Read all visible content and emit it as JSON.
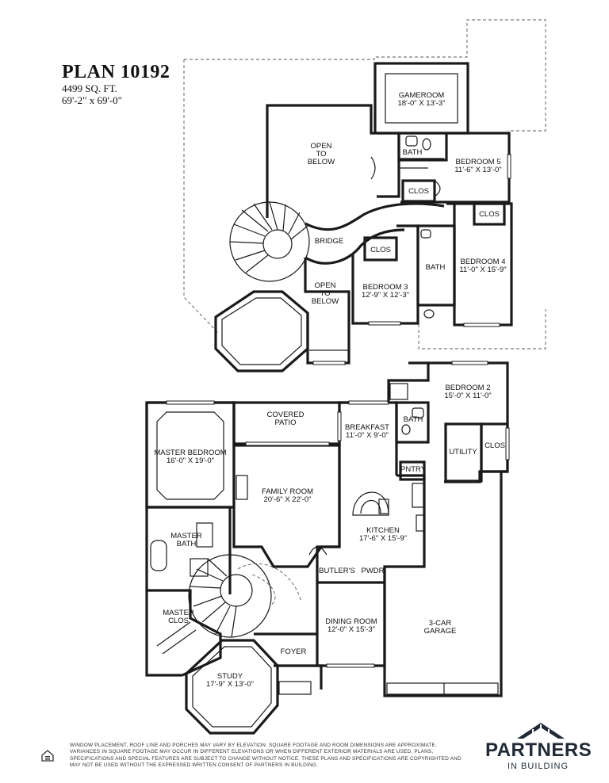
{
  "header": {
    "title": "PLAN 10192",
    "sqft": "4499 SQ. FT.",
    "dimensions": "69'-2\" x 69'-0\""
  },
  "rooms": {
    "gameroom": {
      "name": "GAMEROOM",
      "size": "18'-0\" X 13'-3\""
    },
    "open_below_upper": {
      "name": "OPEN",
      "line2": "TO",
      "line3": "BELOW"
    },
    "bath_upper": {
      "name": "BATH"
    },
    "bedroom5": {
      "name": "BEDROOM 5",
      "size": "11'-6\" X 13'-0\""
    },
    "clos_b5": {
      "name": "CLOS"
    },
    "clos_b4": {
      "name": "CLOS"
    },
    "bridge": {
      "name": "BRIDGE"
    },
    "clos_b3": {
      "name": "CLOS"
    },
    "bath_b4": {
      "name": "BATH"
    },
    "bedroom4": {
      "name": "BEDROOM 4",
      "size": "11'-0\" X 15'-9\""
    },
    "open_below_lower": {
      "name": "OPEN",
      "line2": "TO",
      "line3": "BELOW"
    },
    "bedroom3": {
      "name": "BEDROOM 3",
      "size": "12'-9\" X 12'-3\""
    },
    "bedroom2": {
      "name": "BEDROOM 2",
      "size": "15'-0\" X 11'-0\""
    },
    "covered_patio": {
      "name": "COVERED",
      "line2": "PATIO"
    },
    "breakfast": {
      "name": "BREAKFAST",
      "size": "11'-0\" X 9'-0\""
    },
    "bath_b2": {
      "name": "BATH"
    },
    "utility": {
      "name": "UTILITY"
    },
    "clos_b2": {
      "name": "CLOS"
    },
    "master_bedroom": {
      "name": "MASTER BEDROOM",
      "size": "16'-0\" X 19'-0\""
    },
    "family_room": {
      "name": "FAMILY ROOM",
      "size": "20'-6\" X 22'-0\""
    },
    "pntry": {
      "name": "PNTRY"
    },
    "kitchen": {
      "name": "KITCHEN",
      "size": "17'-6\" X 15'-9\""
    },
    "master_bath": {
      "name": "MASTER",
      "line2": "BATH"
    },
    "butlers": {
      "name": "BUTLER'S"
    },
    "pwdr": {
      "name": "PWDR"
    },
    "master_clos": {
      "name": "MASTER",
      "line2": "CLOS"
    },
    "dining_room": {
      "name": "DINING ROOM",
      "size": "12'-0\" X 15'-3\""
    },
    "garage": {
      "name": "3-CAR",
      "line2": "GARAGE"
    },
    "foyer": {
      "name": "FOYER"
    },
    "study": {
      "name": "STUDY",
      "size": "17'-9\" X 13'-0\""
    }
  },
  "disclaimer": "WINDOW PLACEMENT, ROOF LINE AND PORCHES MAY VARY BY ELEVATION. SQUARE FOOTAGE AND ROOM DIMENSIONS ARE APPROXIMATE. VARIANCES IN SQUARE FOOTAGE MAY OCCUR IN DIFFERENT ELEVATIONS OR WHEN DIFFERENT EXTERIOR MATERIALS ARE USED. PLANS, SPECIFICATIONS AND SPECIAL FEATURES ARE SUBJECT TO CHANGE WITHOUT NOTICE. THESE PLANS AND SPECIFICATIONS ARE COPYRIGHTED AND MAY NOT BE USED WITHOUT THE EXPRESSED WRITTEN CONSENT OF PARTNERS IN BUILDING.",
  "logo": {
    "word": "PARTNERS",
    "sub": "IN BUILDING"
  },
  "icons": {
    "equal_housing": "equal-housing-icon",
    "logo_mark": "partners-logo-icon"
  }
}
